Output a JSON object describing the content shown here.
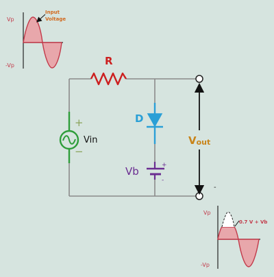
{
  "input_graph": {
    "vp_label": "Vp",
    "neg_vp_label": "-Vp",
    "annotation_line1": "Input",
    "annotation_line2": "Voltage"
  },
  "circuit": {
    "resistor_label": "R",
    "diode_label": "D",
    "source_label": "Vin",
    "battery_label": "Vb",
    "output_label_main": "V",
    "output_label_sub": "out",
    "plus_sign": "+",
    "minus_sign": "−",
    "battery_plus": "+",
    "battery_minus": "-",
    "output_minus": "-"
  },
  "output_graph": {
    "vp_label": "Vp",
    "neg_vp_label": "-Vp",
    "clip_label": "0.7 V + Vb"
  },
  "colors": {
    "background": "#d6e4df",
    "wire": "#8a8a8a",
    "resistor": "#cc1f1f",
    "diode": "#2a9fd6",
    "source": "#2e9d3a",
    "battery": "#6a2c91",
    "output_label": "#c8841a",
    "wave_fill": "#e8a7ab",
    "wave_line": "#c23a4a",
    "annotation": "#d2691e"
  }
}
